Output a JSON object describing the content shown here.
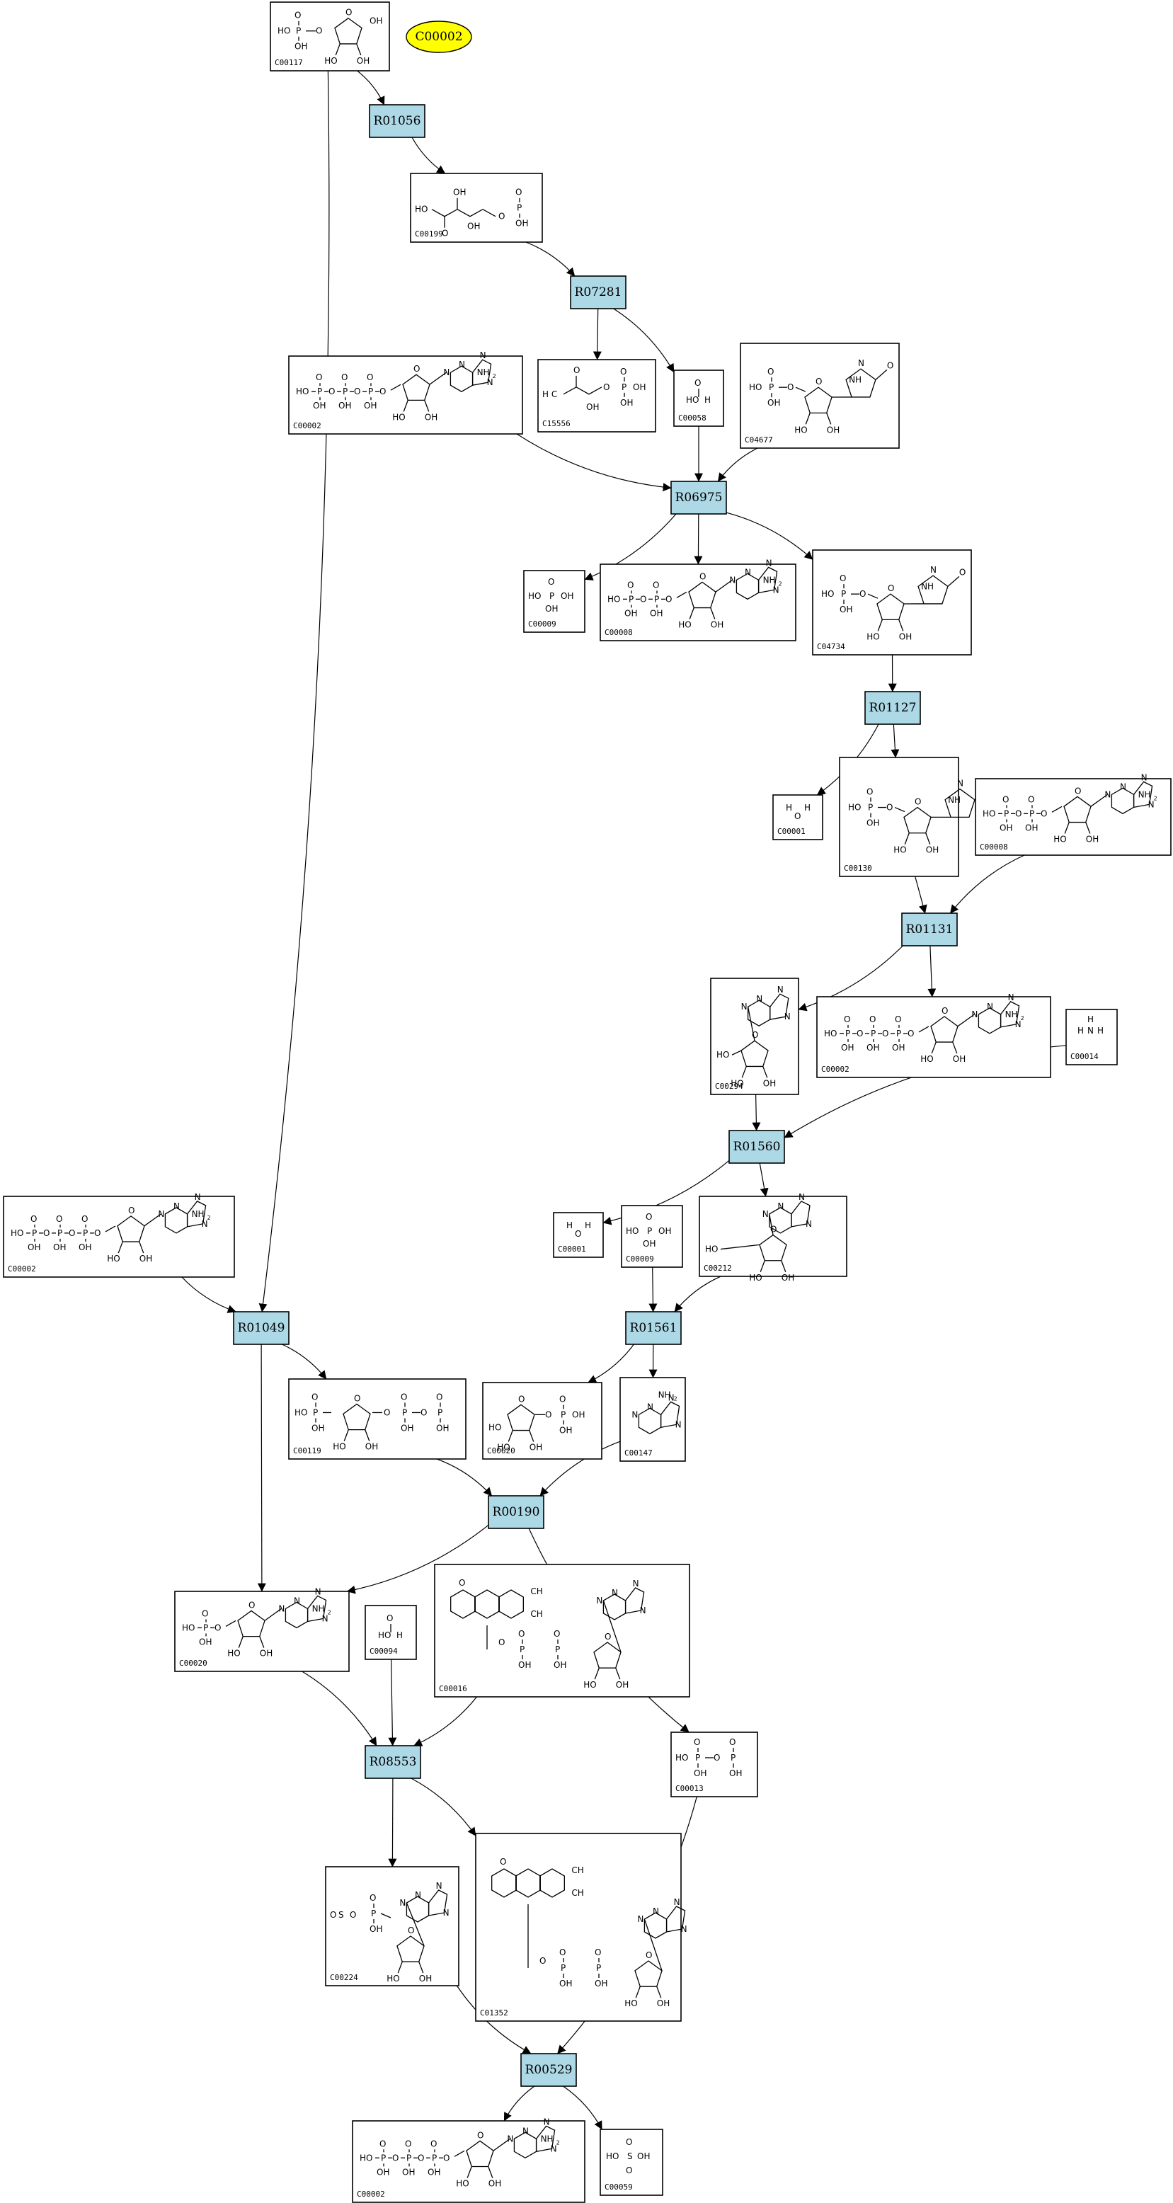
{
  "highlight": {
    "id": "C00002",
    "color": "#ffff00"
  },
  "colors": {
    "reaction_fill": "#add8e6",
    "compound_fill": "#ffffff",
    "stroke": "#000000"
  },
  "reactions": [
    {
      "key": "R01056",
      "label": "R01056"
    },
    {
      "key": "R07281",
      "label": "R07281"
    },
    {
      "key": "R06975",
      "label": "R06975"
    },
    {
      "key": "R01127",
      "label": "R01127"
    },
    {
      "key": "R01131",
      "label": "R01131"
    },
    {
      "key": "R01560",
      "label": "R01560"
    },
    {
      "key": "R01049",
      "label": "R01049"
    },
    {
      "key": "R01561",
      "label": "R01561"
    },
    {
      "key": "R00190",
      "label": "R00190"
    },
    {
      "key": "R08553",
      "label": "R08553"
    },
    {
      "key": "R00529",
      "label": "R00529"
    }
  ],
  "compounds": [
    {
      "key": "c00117",
      "id": "C00117",
      "kind": "ribose5p"
    },
    {
      "key": "c00199",
      "id": "C00199",
      "kind": "chain"
    },
    {
      "key": "c00002a",
      "id": "C00002",
      "kind": "ntp"
    },
    {
      "key": "c15556",
      "id": "C15556",
      "kind": "small"
    },
    {
      "key": "c00058",
      "id": "C00058",
      "kind": "tiny"
    },
    {
      "key": "c04677",
      "id": "C04677",
      "kind": "nucleotide"
    },
    {
      "key": "c00009a",
      "id": "C00009",
      "kind": "phosphate"
    },
    {
      "key": "c00008a",
      "id": "C00008",
      "kind": "ndp"
    },
    {
      "key": "c04734",
      "id": "C04734",
      "kind": "nucleotide"
    },
    {
      "key": "c00001a",
      "id": "C00001",
      "kind": "water"
    },
    {
      "key": "c00130",
      "id": "C00130",
      "kind": "nucleotide"
    },
    {
      "key": "c00008b",
      "id": "C00008",
      "kind": "ndp"
    },
    {
      "key": "c00294",
      "id": "C00294",
      "kind": "nucleoside"
    },
    {
      "key": "c00002b",
      "id": "C00002",
      "kind": "ntp"
    },
    {
      "key": "c00014",
      "id": "C00014",
      "kind": "ammonia"
    },
    {
      "key": "c00001b",
      "id": "C00001",
      "kind": "water"
    },
    {
      "key": "c00009b",
      "id": "C00009",
      "kind": "phosphate"
    },
    {
      "key": "c00212",
      "id": "C00212",
      "kind": "nucleoside"
    },
    {
      "key": "c00002c",
      "id": "C00002",
      "kind": "ntp"
    },
    {
      "key": "c00119",
      "id": "C00119",
      "kind": "prpp"
    },
    {
      "key": "c00620",
      "id": "C00620",
      "kind": "ribose1p"
    },
    {
      "key": "c00147",
      "id": "C00147",
      "kind": "base"
    },
    {
      "key": "c00020",
      "id": "C00020",
      "kind": "nmp"
    },
    {
      "key": "c00094",
      "id": "C00094",
      "kind": "tiny"
    },
    {
      "key": "c00016",
      "id": "C00016",
      "kind": "fad"
    },
    {
      "key": "c00013",
      "id": "C00013",
      "kind": "ppi"
    },
    {
      "key": "c00224",
      "id": "C00224",
      "kind": "aps"
    },
    {
      "key": "c01352",
      "id": "C01352",
      "kind": "fadh2"
    },
    {
      "key": "c00002d",
      "id": "C00002",
      "kind": "ntp"
    },
    {
      "key": "c00059",
      "id": "C00059",
      "kind": "sulfate"
    }
  ]
}
